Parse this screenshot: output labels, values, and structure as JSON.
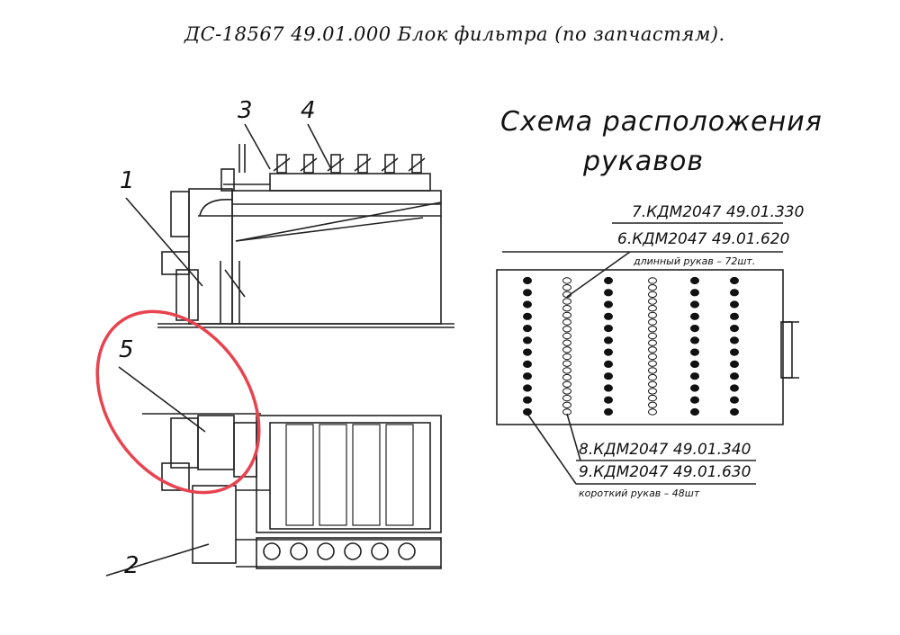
{
  "title": "ДС-18567  49.01.000   Блок  фильтра  (по запчастям).",
  "callouts": [
    "1",
    "2",
    "3",
    "4",
    "5"
  ],
  "scheme": {
    "title_line1": "Схема расположения",
    "title_line2": "рукавов",
    "long_parts": [
      "7.КДМ2047 49.01.330",
      "6.КДМ2047 49.01.620"
    ],
    "long_note": "длинный рукав – 72шт.",
    "short_parts": [
      "8.КДМ2047 49.01.340",
      "9.КДМ2047 49.01.630"
    ],
    "short_note": "короткий рукав – 48шт"
  },
  "colors": {
    "line": "#222222",
    "highlight": "#e8434f"
  }
}
